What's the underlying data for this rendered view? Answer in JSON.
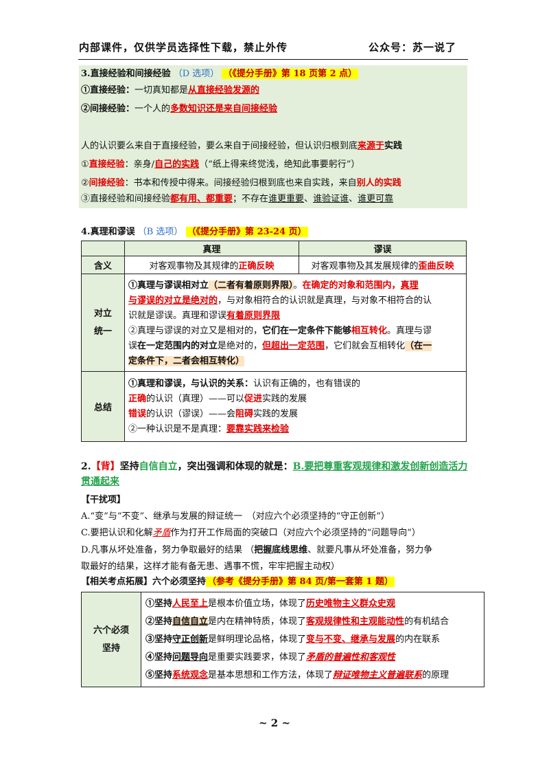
{
  "header": {
    "left": "内部课件，仅供学员选择性下载，禁止外传",
    "right": "公众号：苏一说了"
  },
  "s3": {
    "title": "3.直接经验和间接经验",
    "option": "（D 选项）",
    "ref": "（《提分手册》第 18 页第 2 点）",
    "l1a": "①直接经验：",
    "l1b": "一切真知都是",
    "l1c": "从直接经验发源的",
    "l2a": "②间接经验：",
    "l2b": "一个人的",
    "l2c": "多数知识还是来自间接经验",
    "l3a": "人的认识要么来自于直接经验，要么来自于间接经验，但认识归根到底",
    "l3b": "来源于",
    "l3c": "实践",
    "l4a": "①",
    "l4b": "直接经验",
    "l4c": "：亲身/",
    "l4d": "自己的实践",
    "l4e": "（“纸上得来终觉浅，绝知此事要躬行”）",
    "l5a": "②",
    "l5b": "间接经验",
    "l5c": "：书本和传授中得来。间接经验归根到底也来自实践，来自",
    "l5d": "别人的实践",
    "l6a": "③直接经验和间接经验",
    "l6b": "都有用、都重要",
    "l6c": "；不存在",
    "l6d": "谁更重要",
    "l6e": "、",
    "l6f": "谁验证谁",
    "l6g": "、",
    "l6h": "谁更可靠"
  },
  "s4": {
    "title": "4.真理和谬误",
    "option": "（B 选项）",
    "ref": "（《提分手册》第 23-24 页）",
    "col1": "真理",
    "col2": "谬误",
    "r1h": "含义",
    "r1c1a": "对客观事物及其规律的",
    "r1c1b": "正确反映",
    "r1c2a": "对客观事物及其发展规律的",
    "r1c2b": "歪曲反映",
    "r2h1": "对立",
    "r2h2": "统一",
    "r2a1": "①真理与谬误相对立",
    "r2a2": "（二者有着原则界限）",
    "r2a3": "。",
    "r2a4": "在确定的对象和范围内，",
    "r2a5": "真理",
    "r2b1": "与谬误的对立是绝对的",
    "r2b2": "，与对象相符合的认识就是真理，与对象不相符合的认",
    "r2c1": "识就是谬误。真理和谬误",
    "r2c2": "有着原则界限",
    "r2d1": "②真理与谬误的对立又是相对的，",
    "r2d2": "它们在一定条件下能够",
    "r2d3": "相互转化",
    "r2d4": "。真理与谬",
    "r2e1": "误",
    "r2e2": "在一定范围内的对立",
    "r2e3": "是绝对的，",
    "r2e4": "但超出一定范围",
    "r2e5": "，它们就会互相转化",
    "r2e6": "（在一",
    "r2f1": "定条件下，二者会相互转化）",
    "r3h": "总结",
    "r3a1": "①真理和谬误，与认识的关系：",
    "r3a2": "认识有正确的，也有错误的",
    "r3b1": "正确",
    "r3b2": "的认识（真理）——可以",
    "r3b3": "促进",
    "r3b4": "实践的发展",
    "r3c1": "错误",
    "r3c2": "的认识（谬误）——会",
    "r3c3": "阻碍",
    "r3c4": "实践的发展",
    "r3d1": "②一种认识是不是真理：",
    "r3d2": "要靠实践来检验"
  },
  "s2": {
    "q1": "2.",
    "q2": "【背】",
    "q3": "坚持",
    "q4": "自信自立",
    "q5": "，突出强调和体现的就是：",
    "q6": "B.要把尊重客观规律和激发创新创造活力",
    "q7": "贯通起来",
    "dist": "【干扰项】",
    "a": "A.“变”与“不变”、继承与发展的辩证统一　（对应六个必须坚持的“守正创新”）",
    "c1": "C.要把认识和化解",
    "c2": "矛盾",
    "c3": "作为打开工作局面的突破口（对应六个必须坚持的“问题导向”）",
    "d1": "D.凡事从坏处准备，努力争取最好的结果 （",
    "d2": "把握底线思维",
    "d3": "、就要凡事从坏处准备，努力争",
    "d4": "取最好的结果，这样才能有备无患、遇事不慌，牢牢把握主动权）",
    "ext1": "【相关考点拓展】六个必须坚持",
    "ext2": "（参考《提分手册》第 84 页/第一套第 1 题）"
  },
  "six": {
    "h1": "六个必须",
    "h2": "坚持",
    "i1a": "①坚持",
    "i1b": "人民至上",
    "i1c": "是根本价值立场，体现了",
    "i1d": "历史唯物主义群众史观",
    "i2a": "②坚持",
    "i2b": "自信自立",
    "i2c": "是内在精神特质，体现了",
    "i2d": "客观规律性和主观能动性",
    "i2e": "的有机结合",
    "i3a": "③坚持",
    "i3b": "守正创新",
    "i3c": "是鲜明理论品格，体现了",
    "i3d": "变与不变、继承与发展",
    "i3e": "的内在联系",
    "i4a": "④坚持",
    "i4b": "问题导向",
    "i4c": "是重要实践要求，体现了",
    "i4d": "矛盾的普遍性和客观性",
    "i5a": "⑤坚持",
    "i5b": "系统观念",
    "i5c": "是基本思想和工作方法，体现了",
    "i5d": "辩证唯物主义普遍联系",
    "i5e": "的原理"
  },
  "page_number": "~ 2 ~"
}
